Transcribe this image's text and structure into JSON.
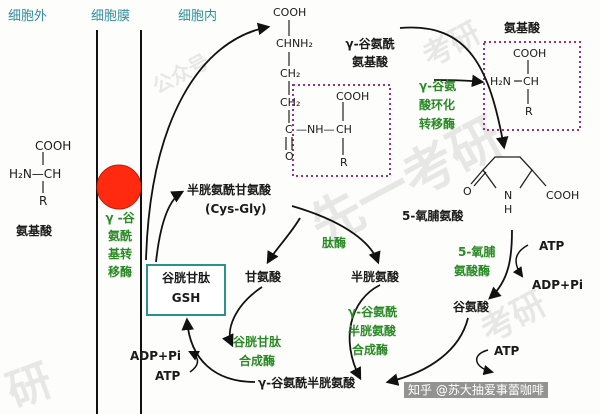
{
  "headers": {
    "outside": "细胞外",
    "membrane": "细胞膜",
    "inside": "细胞内"
  },
  "left_amino_acid": {
    "cooh": "COOH",
    "h2n_ch": "H₂N—CH",
    "r": "R",
    "name": "氨基酸"
  },
  "transpeptidase": {
    "lines": [
      "γ -谷",
      "氨酰",
      "基转",
      "移酶"
    ]
  },
  "gsh_box": {
    "line1": "谷胱甘肽",
    "line2": "GSH"
  },
  "dipeptide": {
    "cooh": "COOH",
    "chnh2": "CHNH₂",
    "ch2a": "CH₂",
    "ch2b": "CH₂",
    "c": "C",
    "nh": "—NH—",
    "ch": "CH",
    "o": "O",
    "cooh2": "COOH",
    "r": "R"
  },
  "gamma_glu_aa_label": {
    "line1": "γ-谷氨酰",
    "line2": "氨基酸"
  },
  "top_right_amino_acid": {
    "name": "氨基酸",
    "cooh": "COOH",
    "h2n": "H₂N",
    "ch": "CH",
    "r": "R"
  },
  "cyclotransferase": {
    "lines": [
      "γ-谷氨",
      "酸环化",
      "转移酶"
    ]
  },
  "oxoproline": {
    "o": "O",
    "nh": "N",
    "h": "H",
    "cooh": "COOH",
    "name": "5-氧脯氨酸"
  },
  "cys_gly": {
    "line1": "半胱氨酰甘氨酸",
    "line2": "(Cys-Gly)"
  },
  "peptidase": "肽酶",
  "glycine": "甘氨酸",
  "cysteine": "半胱氨酸",
  "oxoprolinase": {
    "line1": "5-氧脯",
    "line2": "氨酸酶"
  },
  "atp_right": "ATP",
  "adp_pi_right": "ADP+Pi",
  "glutamate": "谷氨酸",
  "atp_right2": "ATP",
  "gcs": {
    "line1": "γ-谷氨酰",
    "line2": "半胱氨酸",
    "line3": "合成酶"
  },
  "gs": {
    "line1": "谷胱甘肽",
    "line2": "合成酶"
  },
  "adp_pi_left": "ADP+Pi",
  "atp_left": "ATP",
  "gamma_glu_cys": "γ-谷氨酰半胱氨酸",
  "watermarks": [
    "先一考研",
    "公众号",
    "考研",
    "研",
    "考研"
  ],
  "credit": "知乎 @苏大抽爱事蕾咖啡",
  "colors": {
    "header": "#2f8fa0",
    "enzyme": "#2a8a26",
    "membrane_dot": "#ff2a10",
    "box_dotted": "#a0307f",
    "gsh_box": "#2e8f8f"
  }
}
